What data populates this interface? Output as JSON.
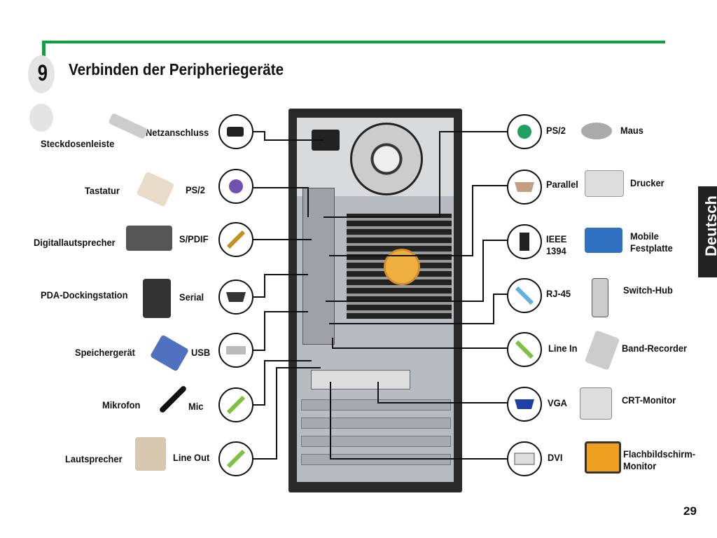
{
  "header": {
    "step_number": "9",
    "title": "Verbinden der Peripheriegeräte"
  },
  "side_tab": "Deutsch",
  "page_number": "29",
  "left_ports": [
    {
      "port": "Netzanschluss",
      "device": "Steckdosenleiste",
      "color": "#222222"
    },
    {
      "port": "PS/2",
      "device": "Tastatur",
      "color": "#7050b0"
    },
    {
      "port": "S/PDIF",
      "device": "Digitallautsprecher",
      "color": "#c09020"
    },
    {
      "port": "Serial",
      "device": "PDA-Dockingstation",
      "color": "#333333"
    },
    {
      "port": "USB",
      "device": "Speichergerät",
      "color": "#999999"
    },
    {
      "port": "Mic",
      "device": "Mikrofon",
      "color": "#d07090"
    },
    {
      "port": "Line Out",
      "device": "Lautsprecher",
      "color": "#80c040"
    }
  ],
  "right_ports": [
    {
      "port": "PS/2",
      "device": "Maus",
      "color": "#20a060"
    },
    {
      "port": "Parallel",
      "device": "Drucker",
      "color": "#c0a080"
    },
    {
      "port": "IEEE 1394",
      "device": "Mobile Festplatte",
      "color": "#333333"
    },
    {
      "port": "RJ-45",
      "device": "Switch-Hub",
      "color": "#60b0e0"
    },
    {
      "port": "Line In",
      "device": "Band-Recorder",
      "color": "#80c0e0"
    },
    {
      "port": "VGA",
      "device": "CRT-Monitor",
      "color": "#2040a0"
    },
    {
      "port": "DVI",
      "device": "Flachbildschirm-Monitor",
      "color": "#dddddd"
    }
  ]
}
